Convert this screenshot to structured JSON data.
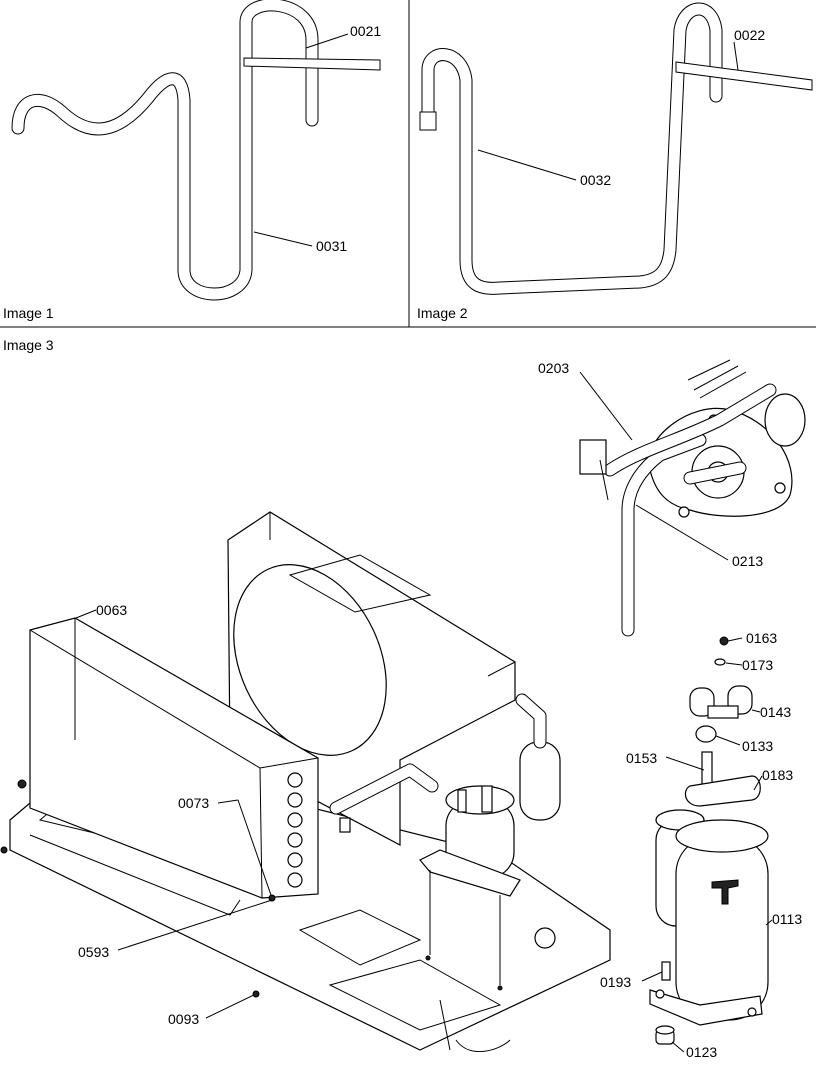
{
  "panels": {
    "image1": {
      "caption": "Image 1",
      "callouts": [
        "0021",
        "0031"
      ]
    },
    "image2": {
      "caption": "Image 2",
      "callouts": [
        "0022",
        "0032"
      ]
    },
    "image3": {
      "caption": "Image 3",
      "callouts": [
        "0203",
        "0213",
        "0063",
        "0073",
        "0593",
        "0093",
        "0163",
        "0173",
        "0143",
        "0133",
        "0153",
        "0183",
        "0113",
        "0193",
        "0123"
      ]
    }
  }
}
